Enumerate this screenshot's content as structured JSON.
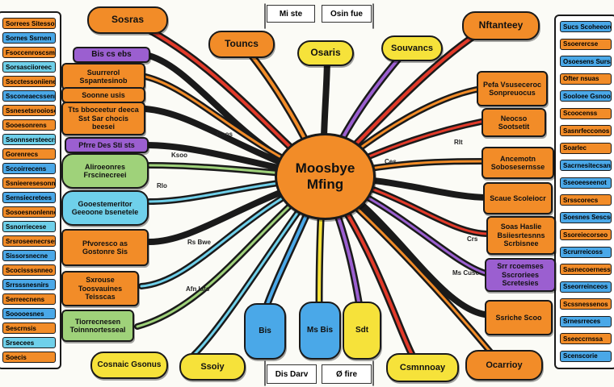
{
  "colors": {
    "orange": "#f28c28",
    "yellow": "#f6e23a",
    "green": "#9fd27a",
    "cyan": "#6fd0ea",
    "blue": "#4aa8e8",
    "purple": "#9b5fd0",
    "red": "#e23a2a",
    "black": "#1a1a1a"
  },
  "center": {
    "label_line1": "Moosbye",
    "label_line2": "Mfing"
  },
  "top_labels": {
    "left": "Mi ste",
    "right": "Osin fue"
  },
  "bottom_labels": {
    "left": "Dis Darv",
    "right": "Ø fire"
  },
  "nodes": {
    "top_left_pill": "Sosras",
    "top_orange": "Touncs",
    "top_yellow": "Osaris",
    "top_yellow_right": "Souvancs",
    "top_right_pill": "Nftanteey",
    "l_purple_top": "Bis cs ebs",
    "l_orange1": "Suurrerol Sspantesinob",
    "l_orange2": "Soonne usis",
    "l_orange3": "Tts bboceetur deeca Sst Sar chocis beesei",
    "l_purple_mid": "Pfrre Des Sti sts",
    "l_green1": "Aliroeonres Frscinecreei",
    "l_cyan": "Gooestemeritor Geeoone bsenetele",
    "l_orange4": "Pfvoresco as Gostonre Sis",
    "l_orange5": "Sxrouse Toosvauines Teisscas",
    "l_green2": "Tiorrecnesen Toinnnortesseal",
    "b_pill1": "Cosnaic Gsonus",
    "b_pill2": "Ssoiy",
    "b_blue": "Bis",
    "b_cyan_mid": "Ms Bis",
    "b_yellow": "Sdt",
    "b_yellow_pill": "Csmnnoay",
    "b_pill_right": "Ocarrioy",
    "r_orange1": "Pefa Vsuseceroc Sonpreuocus",
    "r_orange2": "Neocso Sootsetit",
    "r_orange3": "Ancemotn Sobosesernsse",
    "r_orange4": "Scaue Scoleiocr",
    "r_orange5": "Soas Haslie Bsiiesrtesnns Scrbisnee",
    "r_purple": "Srr rcoemses Sscroriees Scretesies",
    "r_orange6": "Ssriche Scoo"
  },
  "tags": {
    "t1": "Ksoo",
    "t2": "Rlo",
    "t3": "Roos",
    "t4": "Afn Iats",
    "t5": "Rs Bwe",
    "t6": "Ms Cuse",
    "t7": "Rlt",
    "t8": "Ces",
    "t9": "Crs"
  },
  "left_panel_rows": [
    {
      "text": "Sorrees Sitesso",
      "color": "#f28c28"
    },
    {
      "text": "Sornes Ssrnen",
      "color": "#4aa8e8"
    },
    {
      "text": "Fsoccenroscsmnec",
      "color": "#f28c28"
    },
    {
      "text": "Sorsasciioreec",
      "color": "#6fd0ea"
    },
    {
      "text": "Sscctessoniienecn",
      "color": "#f28c28"
    },
    {
      "text": "Ssconeaecssenns",
      "color": "#4aa8e8"
    },
    {
      "text": "Ssnesetsrooioses",
      "color": "#f28c28"
    },
    {
      "text": "Sooesonrens",
      "color": "#f28c28"
    },
    {
      "text": "Ssonnsersteecrs",
      "color": "#6fd0ea"
    },
    {
      "text": "Gorenrecs",
      "color": "#f28c28"
    },
    {
      "text": "Sccoirrecens",
      "color": "#4aa8e8"
    },
    {
      "text": "Ssnieeresesonne",
      "color": "#f28c28"
    },
    {
      "text": "Sernsiecretees",
      "color": "#4aa8e8"
    },
    {
      "text": "Sosoesnonlenne",
      "color": "#f28c28"
    },
    {
      "text": "Ssnorriecese",
      "color": "#6fd0ea"
    },
    {
      "text": "Srsroseenecrses",
      "color": "#f28c28"
    },
    {
      "text": "Sissorsnecne",
      "color": "#4aa8e8"
    },
    {
      "text": "Scocissssnneo",
      "color": "#f28c28"
    },
    {
      "text": "Srrsssnesnirs",
      "color": "#4aa8e8"
    },
    {
      "text": "Serreecnens",
      "color": "#f28c28"
    },
    {
      "text": "Sooooesnes",
      "color": "#4aa8e8"
    },
    {
      "text": "Sescrnsis",
      "color": "#f28c28"
    },
    {
      "text": "Srsecees",
      "color": "#6fd0ea"
    },
    {
      "text": "Soecis",
      "color": "#f28c28"
    }
  ],
  "right_panel_rows": [
    {
      "text": "Sucs Scoheeorces",
      "color": "#4aa8e8"
    },
    {
      "text": "Ssoerercse",
      "color": "#f28c28"
    },
    {
      "text": "Osoesens Sursa",
      "color": "#4aa8e8"
    },
    {
      "text": "Ofter nsuas",
      "color": "#f28c28"
    },
    {
      "text": "Sooloee Gsnoos",
      "color": "#4aa8e8"
    },
    {
      "text": "Scoocenss",
      "color": "#f28c28"
    },
    {
      "text": "Sasnrfecconos",
      "color": "#f28c28"
    },
    {
      "text": "Soarlec",
      "color": "#f28c28"
    },
    {
      "text": "Sacrnesitecsan",
      "color": "#4aa8e8"
    },
    {
      "text": "Sseoeeseenot",
      "color": "#4aa8e8"
    },
    {
      "text": "Srsscorecs",
      "color": "#f28c28"
    },
    {
      "text": "Soesnes Sescseleess",
      "color": "#4aa8e8"
    },
    {
      "text": "Ssoreiecorseo",
      "color": "#f28c28"
    },
    {
      "text": "Scrurreicoss",
      "color": "#4aa8e8"
    },
    {
      "text": "Sasnecoerness",
      "color": "#f28c28"
    },
    {
      "text": "Sseorreinceos",
      "color": "#4aa8e8"
    },
    {
      "text": "Scssnessenos",
      "color": "#f28c28"
    },
    {
      "text": "Srnesrreces",
      "color": "#4aa8e8"
    },
    {
      "text": "Sseeccrnssa",
      "color": "#f28c28"
    },
    {
      "text": "Scenscorie",
      "color": "#4aa8e8"
    }
  ]
}
